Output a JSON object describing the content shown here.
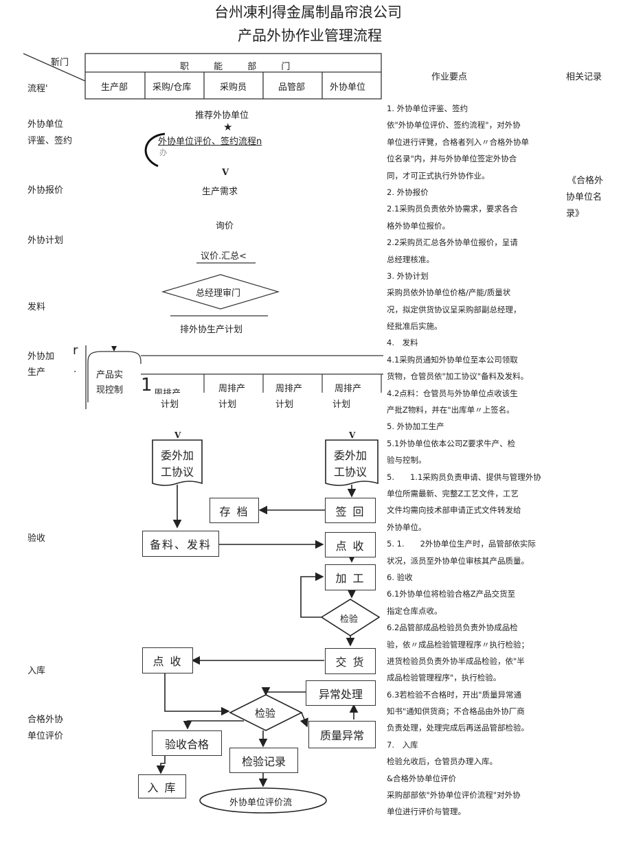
{
  "title_line1": "台州凍利得金属制晶帘浪公司",
  "title_line2": "产品外协作业管理流程",
  "header": {
    "dept_label": "靳门",
    "flow_label": "流程'",
    "function_dept": "职 能 部 门",
    "departments": [
      "生产部",
      "采购/仓库",
      "采购员",
      "品管部",
      "外协单位"
    ],
    "notes_title": "作业要点",
    "records_title": "相关记录"
  },
  "stages": [
    "外协单位",
    "评鉴、签约",
    "外协报价",
    "外协计划",
    "发料",
    "外协加",
    "生产",
    "验收",
    "入库",
    "合格外协",
    "单位评价"
  ],
  "upper_flow": {
    "recommend": "推荐外协单位",
    "star": "★",
    "eval_sign": "外协单位评价、签约流程n",
    "eval_sub": "办",
    "arrow_v1": "V",
    "prod_demand": "生产需求",
    "inquiry": "询价",
    "negotiate": "议价.汇总<",
    "gm_approve": "总经理审门",
    "schedule": "排外协生产计划"
  },
  "production": {
    "r_mark": "r",
    "dot_mark": ".",
    "control_line1": "产品实",
    "control_line2": "现控制",
    "one_mark": "1",
    "sched_top": [
      "周排产",
      "周排产",
      "周排产",
      "周排产"
    ],
    "sched_bottom": [
      "计划",
      "计划",
      "计划",
      "计划"
    ]
  },
  "lower_flow": {
    "v_left": "V",
    "v_right": "V",
    "contract_left": [
      "委外加",
      "工协议"
    ],
    "contract_right": [
      "委外加",
      "工协议"
    ],
    "archive": "存 档",
    "sign_back": "签 回",
    "prep_issue": "备料、发料",
    "check_receive": "点 收",
    "process": "加 工",
    "inspect1": "检验",
    "deliver": "交 货",
    "check_receive2": "点 收",
    "abnormal_handle": "异常处理",
    "inspect2": "检验",
    "quality_abnormal": "质量异常",
    "accept_ok": "验收合格",
    "inspect_record": "检验记录",
    "warehouse_in": "入 库",
    "eval_flow": "外协单位评价流"
  },
  "notes": [
    "1. 外协单位评鉴、签约",
    "依\"外协单位评价、签约流程\"，对外协",
    "单位进行评覽，合格者列入〃合格外协单",
    "位名录\"内，并与外协单位签定外协合",
    "同，才可正式执行外协作业。",
    "2. 外协报价",
    "2.1采购员负责依外协需求，要求各合",
    "格外协单位报价。",
    "2.2采购员汇总各外协单位报价，呈请",
    "总经理核准。",
    "3. 外协计划",
    "采购员依外协单位价格/产能/质量状",
    "况，拟定供货协议呈采购部副总经理，",
    "经批准后实施。",
    "4.　发料",
    "4.1采购员通知外协单位至本公司领取",
    "货物，仓管员依\"加工协议\"备料及发料。",
    "4.2点料：仓管员与外协单位点收该生",
    "产批Z物料，并在\"出库单〃上签名。",
    "5. 外协加工生产",
    "5.1外协单位依本公司Z要求牛产、检",
    "验与控制。",
    "5.　　1.1采购员负责申请、提供与管理外协",
    "单位所需最新、完整Z工艺文件，工艺",
    "文件均需向技术部申请正式文件转发给",
    "外协单位。",
    "5. 1.　　2外协单位生产时，品管部依实际",
    "状况，派员至外协单位审核其产品质量。",
    "6. 验收",
    "6.1外协单位将检验合格Z产品交货至",
    "指定仓库点收。",
    "6.2品管部成品检验员负责外协成品检",
    "验，依〃成品检验管理程序〃执行检验；",
    "进货检验员负责外协半成品检验，依\"半",
    "成品检验管理程序\"，执行检验。",
    "6.3若检验不合格时，开出\"质量异常通",
    "知书\"通知供货商；不合格品由外协厂商",
    "负责处理，处理完成后再送品管部检验。",
    "7.　入库",
    "检验允收后，仓管员办理入库。",
    "&合格外协单位评价",
    "采购部部依\"外协单位评价流程\"对外协",
    "单位进行评价与管理。"
  ],
  "records": [
    "《合格外",
    "协单位名",
    "录》"
  ]
}
